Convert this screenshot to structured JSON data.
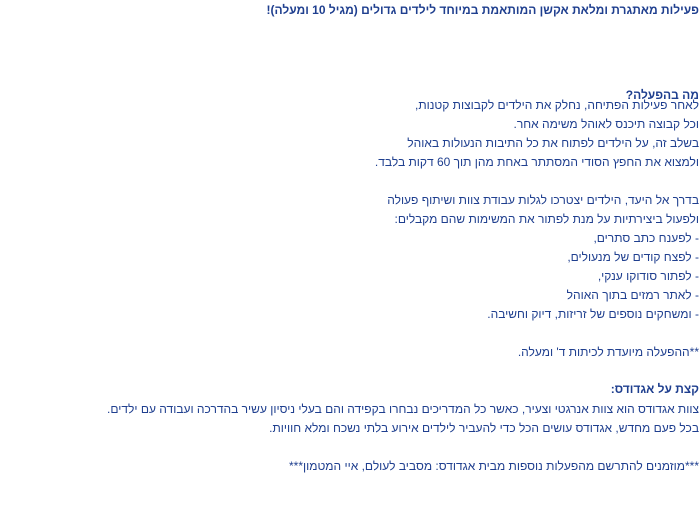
{
  "headline": "פעילות מאתגרת ומלאת אקשן המותאמת במיוחד לילדים גדולים (מגיל 10 ומעלה)!",
  "activity": {
    "title": "מה בהפעלה?",
    "paragraph1": [
      "לאחר פעילות הפתיחה, נחלק את הילדים לקבוצות קטנות,",
      "וכל קבוצה תיכנס לאוהל משימה אחר.",
      "בשלב זה, על הילדים לפתוח את כל התיבות הנעולות באוהל",
      "ולמצוא את החפץ הסודי המסתתר באחת מהן תוך 60 דקות בלבד."
    ],
    "paragraph2": [
      "בדרך אל היעד, הילדים יצטרכו לגלות עבודת צוות ושיתוף פעולה",
      "ולפעול ביצירתיות על מנת לפתור את המשימות שהם מקבלים:"
    ],
    "tasks": [
      "- לפענח כתב סתרים,",
      "- לפצח קודים של מנעולים,",
      "- לפתור סודוקו ענקי,",
      "- לאתר רמזים בתוך האוהל",
      "- ומשחקים נוספים של זריזות, דיוק וחשיבה."
    ],
    "note": "**ההפעלה מיועדת לכיתות ד' ומעלה."
  },
  "about": {
    "title": "קצת על אגדודס:",
    "lines": [
      "צוות אגדודס הוא צוות אנרגטי וצעיר, כאשר כל המדריכים נבחרו בקפידה והם בעלי ניסיון עשיר בהדרכה ועבודה עם ילדים.",
      "בכל פעם מחדש, אגדודס עושים הכל כדי להעביר לילדים אירוע בלתי נשכח ומלא חוויות."
    ]
  },
  "footer_note": "***מוזמנים להתרשם מהפעלות נוספות מבית אגדודס: מסביב לעולם, איי המטמון***"
}
